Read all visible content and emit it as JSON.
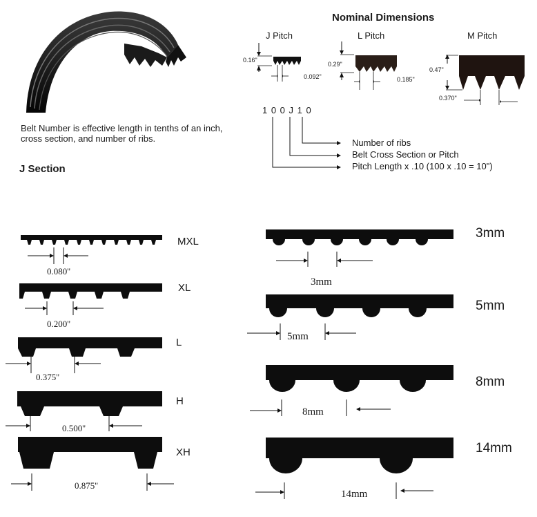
{
  "header": {
    "title": "Nominal Dimensions",
    "description": "Belt Number is effective length in tenths of an inch, cross section, and number of ribs.",
    "section_heading": "J Section"
  },
  "pitches": [
    {
      "name": "J Pitch",
      "height": "0.16\"",
      "pitch": "0.092\""
    },
    {
      "name": "L Pitch",
      "height": "0.29\"",
      "pitch": "0.185\""
    },
    {
      "name": "M Pitch",
      "height": "0.47\"",
      "pitch": "0.370\""
    }
  ],
  "belt_code": {
    "code": "1 0 0 J 1 0",
    "legend": [
      "Number of ribs",
      "Belt Cross Section or Pitch",
      "Pitch Length x .10 (100 x .10 = 10\")"
    ]
  },
  "inch_belts": [
    {
      "name": "MXL",
      "pitch": "0.080''"
    },
    {
      "name": "XL",
      "pitch": "0.200''"
    },
    {
      "name": "L",
      "pitch": "0.375''"
    },
    {
      "name": "H",
      "pitch": "0.500''"
    },
    {
      "name": "XH",
      "pitch": "0.875''"
    }
  ],
  "metric_belts": [
    {
      "name": "3mm",
      "pitch": "3mm"
    },
    {
      "name": "5mm",
      "pitch": "5mm"
    },
    {
      "name": "8mm",
      "pitch": "8mm"
    },
    {
      "name": "14mm",
      "pitch": "14mm"
    }
  ],
  "colors": {
    "ink": "#111111",
    "belt_fill": "#0d0d0d",
    "belt_dark_fill": "#1f1410",
    "rib_highlight": "#8a8a8a"
  }
}
